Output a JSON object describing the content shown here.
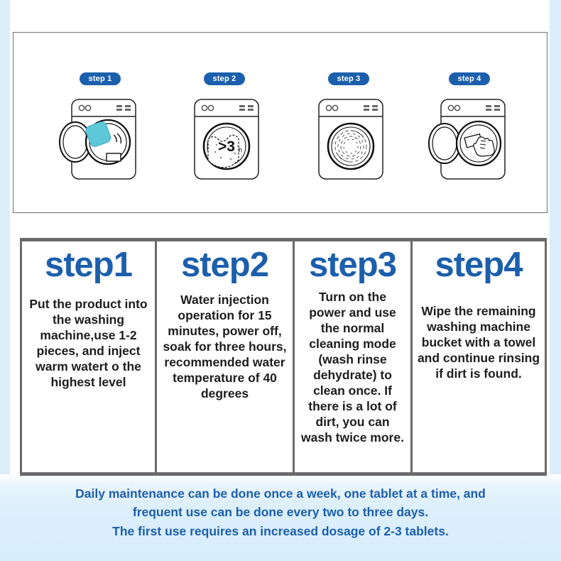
{
  "theme": {
    "brand_blue": "#1c5fac",
    "tablet_teal": "#5ec8d8",
    "footer_blue": "#dceffb",
    "rule_gray": "#6a6a6a"
  },
  "illustration": {
    "steps": [
      {
        "badge": "step 1",
        "icon": "washing-machine-insert-tablet-icon",
        "drum_label": ""
      },
      {
        "badge": "step 2",
        "icon": "washing-machine-soak-icon",
        "drum_label": ">3",
        "drum_label_unit": "h"
      },
      {
        "badge": "step 3",
        "icon": "washing-machine-spin-icon",
        "drum_label": ""
      },
      {
        "badge": "step 4",
        "icon": "washing-machine-wipe-icon",
        "drum_label": ""
      }
    ]
  },
  "table": {
    "columns": [
      {
        "title": "step1",
        "body": "Put the product into the washing machine,use 1-2 pieces, and inject warm watert o the highest level"
      },
      {
        "title": "step2",
        "body": "Water injection operation for 15 minutes, power off, soak for three hours, recommended water temperature of 40 degrees"
      },
      {
        "title": "step3",
        "body": "Turn on the power and use the normal cleaning mode (wash rinse dehydrate) to clean once. If there is a lot of dirt, you can wash twice more."
      },
      {
        "title": "step4",
        "body": "Wipe the remaining washing machine bucket with a towel and continue rinsing if dirt is found."
      }
    ]
  },
  "footnote": {
    "line1": "Daily maintenance can be done once a week, one tablet at a time, and",
    "line2": "frequent use can be done every two to three days.",
    "line3": "The first use requires an increased dosage of 2-3 tablets."
  }
}
